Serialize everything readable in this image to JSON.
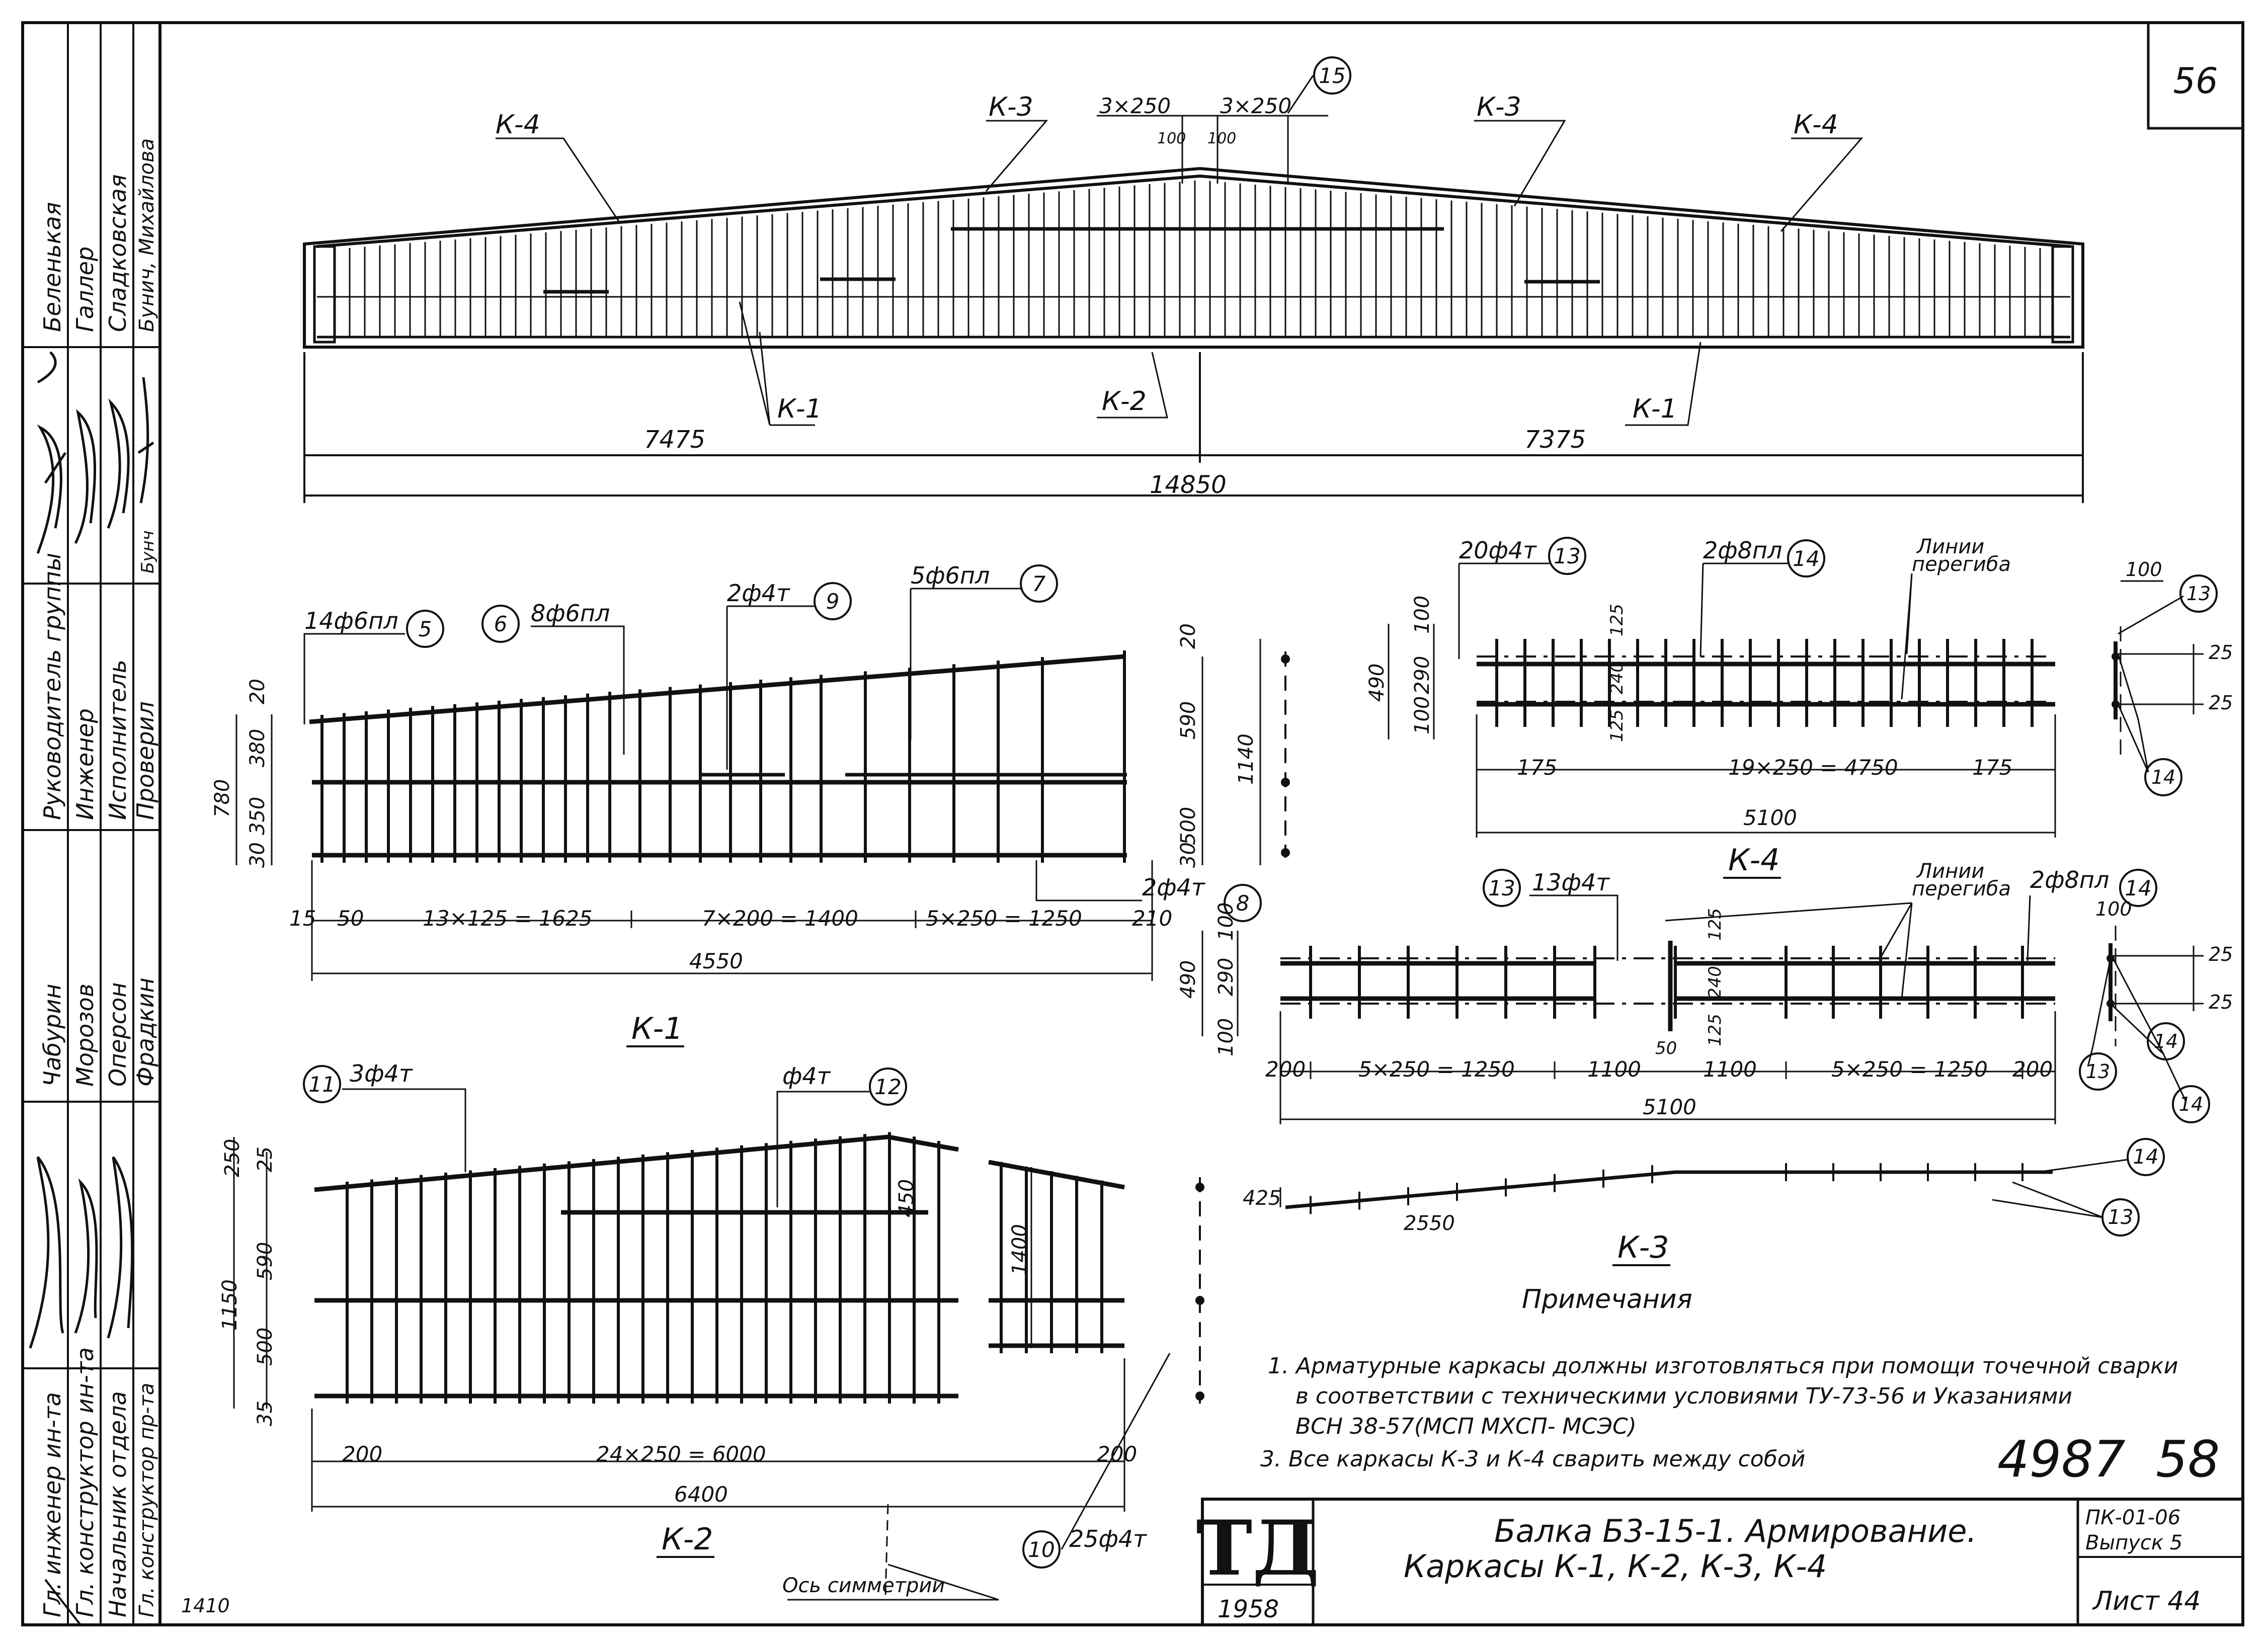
{
  "sheet_number": "56",
  "bottom_left_number": "1410",
  "stamp": {
    "rows": [
      {
        "role": "Гл. инженер ин-та",
        "surname": ""
      },
      {
        "role": "Гл. конструктор ин-та",
        "surname": ""
      },
      {
        "role": "Начальник отдела",
        "surname": ""
      },
      {
        "role": "Гл. конструктор пр-та",
        "surname": ""
      }
    ],
    "col2_top": [
      "Беленькая",
      "Галлер",
      "Сладковская",
      "Бунич, Михайлова"
    ],
    "col2_mid": [
      "Руководитель группы",
      "Инженер",
      "Исполнитель",
      "Проверил"
    ],
    "col2_bottom": [
      "Чабурин",
      "Морозов",
      "Оперсон",
      "Фрадкин"
    ],
    "bunich_mark": "Бунч"
  },
  "beam": {
    "labels": [
      "К-4",
      "К-3",
      "К-3",
      "К-4",
      "К-1",
      "К-2",
      "К-1"
    ],
    "top_dims": [
      "3×250",
      "3×250",
      "100",
      "100"
    ],
    "callout": "15",
    "dims": [
      "7475",
      "7375",
      "14850"
    ]
  },
  "k1": {
    "title": "К-1",
    "callouts": [
      {
        "text": "14ф6пл",
        "num": "5"
      },
      {
        "text": "8ф6пл",
        "num": "6"
      },
      {
        "text": "2ф4т",
        "num": "9"
      },
      {
        "text": "5ф6пл",
        "num": "7"
      },
      {
        "text": "2ф4т",
        "num": "8"
      }
    ],
    "left_dims": [
      "20",
      "380",
      "350",
      "30",
      "780"
    ],
    "right_dims": [
      "20",
      "590",
      "500",
      "30",
      "1140"
    ],
    "bottom_dims": [
      "15",
      "50",
      "13×125 = 1625",
      "7×200 = 1400",
      "5×250 = 1250",
      "210",
      "4550"
    ]
  },
  "k2": {
    "title": "К-2",
    "callouts": [
      {
        "text": "3ф4т",
        "num": "11"
      },
      {
        "text": "ф4т",
        "num": "12"
      },
      {
        "text": "25ф4т",
        "num": "10"
      }
    ],
    "left_dims": [
      "250",
      "25",
      "590",
      "500",
      "35",
      "1150"
    ],
    "inner_dims": [
      "450",
      "1400"
    ],
    "bottom_dims": [
      "200",
      "24×250 = 6000",
      "200",
      "6400"
    ],
    "axis_label": "Ось симметрии"
  },
  "k4": {
    "title": "К-4",
    "callouts": [
      {
        "text": "20ф4т",
        "num": "13"
      },
      {
        "text": "2ф8пл",
        "num": "14"
      }
    ],
    "bend_label_1": "Линии",
    "bend_label_2": "перегиба",
    "left_dims": [
      "100",
      "290",
      "100",
      "490"
    ],
    "inner_dims": [
      "125",
      "240",
      "125"
    ],
    "bottom_dims": [
      "175",
      "19×250 = 4750",
      "175",
      "5100"
    ],
    "section_dims": [
      "100",
      "25",
      "25"
    ],
    "section_nums": [
      "13",
      "14"
    ]
  },
  "k3": {
    "title": "К-3",
    "callouts": [
      {
        "text": "13ф4т",
        "num": "13"
      },
      {
        "text": "2ф8пл",
        "num": "14"
      }
    ],
    "bend_label_1": "Линии",
    "bend_label_2": "перегиба",
    "left_dims": [
      "100",
      "290",
      "100",
      "490"
    ],
    "inner_dims": [
      "125",
      "240",
      "125",
      "50"
    ],
    "bottom_dims": [
      "200",
      "5×250 = 1250",
      "1100",
      "1100",
      "5×250 = 1250",
      "200",
      "5100"
    ],
    "section_dims": [
      "100",
      "25",
      "25"
    ],
    "section_nums": [
      "13",
      "14",
      "14"
    ],
    "elev_dims": [
      "425",
      "2550"
    ],
    "elev_nums": [
      "14",
      "13"
    ]
  },
  "notes": {
    "title": "Примечания",
    "lines": [
      "1. Арматурные каркасы должны изготовляться при помощи точечной сварки",
      "в соответствии с техническими условиями ТУ-73-56 и Указаниями",
      "ВСН 38-57(МСП МХСП- МСЭС)",
      "3. Все каркасы К-3 и К-4 сварить между собой"
    ]
  },
  "inventory": {
    "number": "4987",
    "sheet": "58"
  },
  "title_block": {
    "logo": "ТД",
    "year": "1958",
    "title_line1": "Балка Б3-15-1. Армирование.",
    "title_line2": "Каркасы К-1, К-2, К-3, К-4",
    "code": "ПК-01-06",
    "issue": "Выпуск 5",
    "sheet_label": "Лист 44"
  }
}
